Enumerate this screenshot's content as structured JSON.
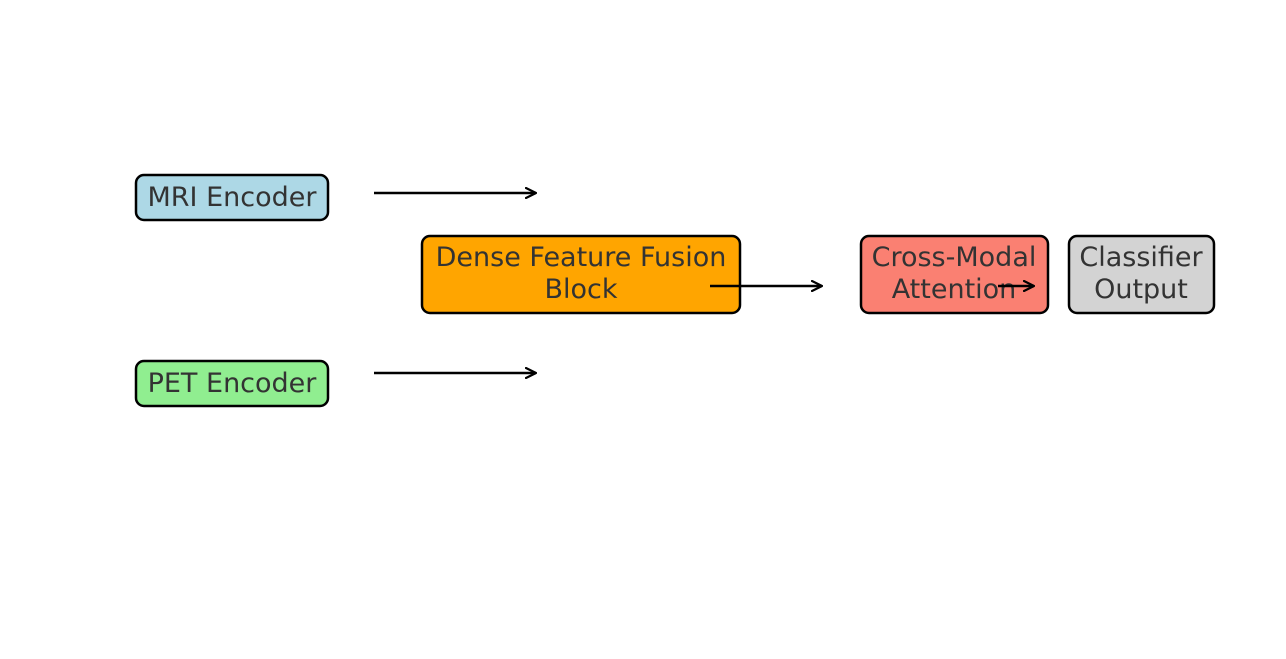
{
  "diagram": {
    "nodes": {
      "mri": {
        "label": "MRI Encoder",
        "fill": "#add8e6"
      },
      "pet": {
        "label": "PET Encoder",
        "fill": "#90ee90"
      },
      "fusion": {
        "line1": "Dense Feature Fusion",
        "line2": "Block",
        "fill": "#ffa500"
      },
      "attention": {
        "line1": "Cross-Modal",
        "line2": "Attention",
        "fill": "#fa8072"
      },
      "classifier": {
        "line1": "Classifier",
        "line2": "Output",
        "fill": "#d3d3d3"
      }
    },
    "edge_color": "#000000",
    "node_border_color": "#000000",
    "text_color": "#333333"
  }
}
